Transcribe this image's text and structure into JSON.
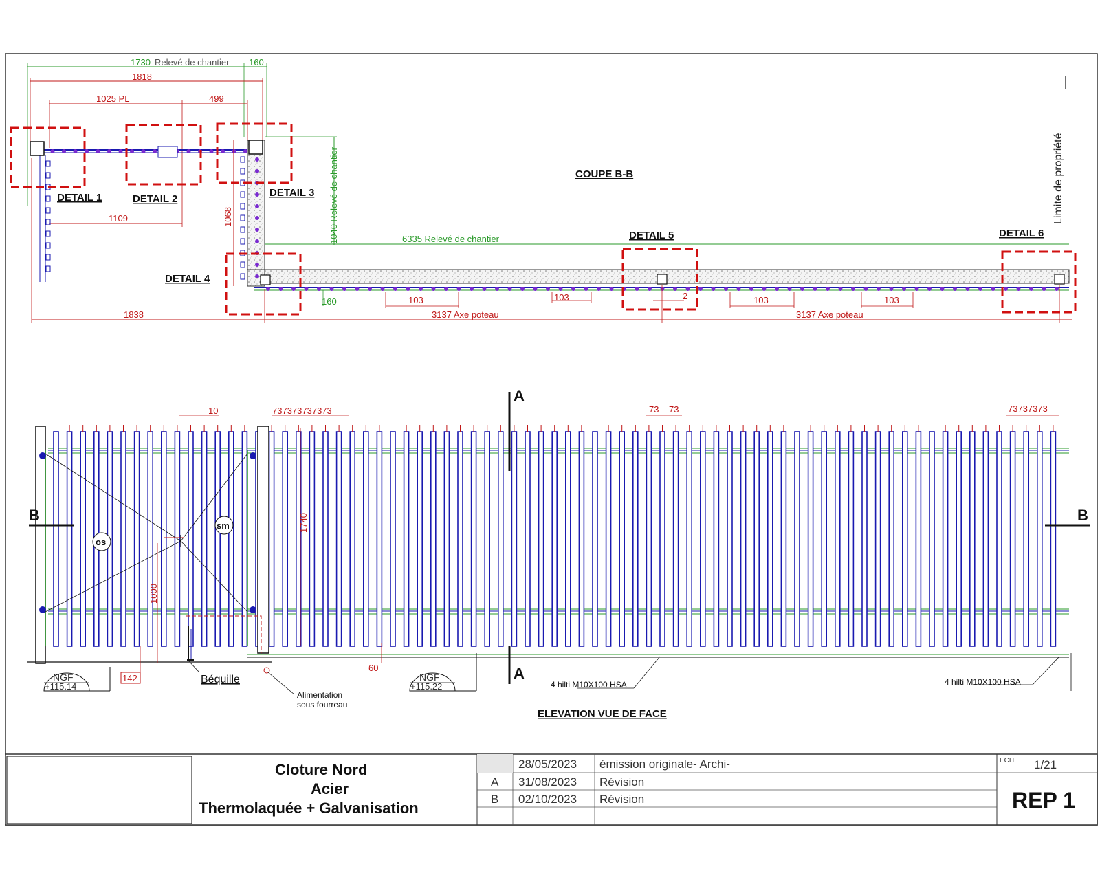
{
  "plan": {
    "section_title": "COUPE B-B",
    "details": [
      "DETAIL 1",
      "DETAIL 2",
      "DETAIL 3",
      "DETAIL 4",
      "DETAIL 5",
      "DETAIL 6"
    ],
    "property_limit": "Limite de propriété",
    "dims": {
      "d1730": "1730",
      "releve1": "Relevé de chantier",
      "d160a": "160",
      "d1818": "1818",
      "d1025": "1025 PL",
      "d499": "499",
      "d1109": "1109",
      "d1068": "1068",
      "d1040": "1040 Relevé de chantier",
      "d6335": "6335 Relevé de chantier",
      "d160b": "160",
      "d1838": "1838",
      "d3137a": "3137 Axe poteau",
      "d3137b": "3137 Axe poteau",
      "d103": "103",
      "d2": "2"
    }
  },
  "elevation": {
    "title": "ELEVATION VUE DE FACE",
    "section_a": "A",
    "section_b": "B",
    "dims": {
      "d10": "10",
      "d73group1": "737373737373",
      "d73a": "73",
      "d73b": "73",
      "d73group2": "73737373",
      "d1740": "1740",
      "d1000": "1000",
      "d142": "142",
      "d60": "60"
    },
    "gate_left": "os",
    "gate_right": "sm",
    "bequille": "Béquille",
    "alimentation_1": "Alimentation",
    "alimentation_2": "sous fourreau",
    "ngf_label": "NGF",
    "ngf1": "+115.14",
    "ngf2": "+115.22",
    "hilti1": "4 hilti M10X100 HSA",
    "hilti2": "4 hilti M10X100 HSA"
  },
  "title_block": {
    "line1": "Cloture Nord",
    "line2": "Acier",
    "line3": "Thermolaquée + Galvanisation",
    "revisions": [
      {
        "rev": "",
        "date": "28/05/2023",
        "desc": "émission originale- Archi-"
      },
      {
        "rev": "A",
        "date": "31/08/2023",
        "desc": "Révision"
      },
      {
        "rev": "B",
        "date": "02/10/2023",
        "desc": "Révision"
      }
    ],
    "ech_label": "ECH:",
    "scale": "1/21",
    "rep": "REP 1"
  },
  "colors": {
    "frame": "#333333",
    "dimension_red": "#c01818",
    "dimension_green": "#2a9a2a",
    "pickets": "#1a1ab0",
    "detail_box": "#d01010",
    "post_dots": "#7a2ad0"
  }
}
